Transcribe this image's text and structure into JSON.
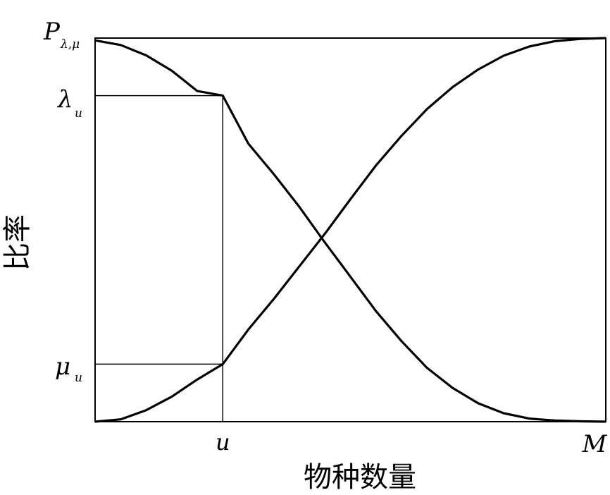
{
  "chart_data": {
    "type": "line",
    "xlabel": "物种数量",
    "ylabel": "比率",
    "x_ticks": [
      {
        "label": "u",
        "value": 0.25
      },
      {
        "label": "M",
        "value": 1.0
      }
    ],
    "y_ticks": [
      {
        "label": "P",
        "sub": "λ,μ",
        "value": 1.0
      },
      {
        "label": "λ",
        "sub": "u",
        "value": 0.85
      },
      {
        "label": "μ",
        "sub": "u",
        "value": 0.15
      }
    ],
    "xlim": [
      0,
      1
    ],
    "ylim": [
      0,
      1
    ],
    "grid": false,
    "legend": "none",
    "series": [
      {
        "x": [
          0.0,
          0.05,
          0.1,
          0.15,
          0.2,
          0.25,
          0.3,
          0.35,
          0.4,
          0.45,
          0.5,
          0.55,
          0.6,
          0.65,
          0.7,
          0.75,
          0.8,
          0.85,
          0.9,
          0.95,
          1.0
        ],
        "y": [
          0.994,
          0.982,
          0.955,
          0.915,
          0.862,
          0.85,
          0.725,
          0.645,
          0.56,
          0.467,
          0.378,
          0.288,
          0.21,
          0.14,
          0.088,
          0.048,
          0.022,
          0.008,
          0.003,
          0.001,
          0.0
        ]
      },
      {
        "x": [
          0.0,
          0.05,
          0.1,
          0.15,
          0.2,
          0.25,
          0.3,
          0.35,
          0.4,
          0.45,
          0.5,
          0.55,
          0.6,
          0.65,
          0.7,
          0.75,
          0.8,
          0.85,
          0.9,
          0.95,
          1.0
        ],
        "y": [
          0.0,
          0.006,
          0.03,
          0.065,
          0.11,
          0.15,
          0.24,
          0.32,
          0.405,
          0.49,
          0.58,
          0.668,
          0.745,
          0.815,
          0.872,
          0.918,
          0.954,
          0.978,
          0.992,
          0.998,
          1.0
        ]
      }
    ],
    "guides": [
      {
        "label": "λu-guide",
        "x": 0.25,
        "y": 0.85
      },
      {
        "label": "μu-guide",
        "x": 0.25,
        "y": 0.15
      }
    ],
    "colors": {
      "line": "#000000",
      "background": "#ffffff"
    }
  }
}
